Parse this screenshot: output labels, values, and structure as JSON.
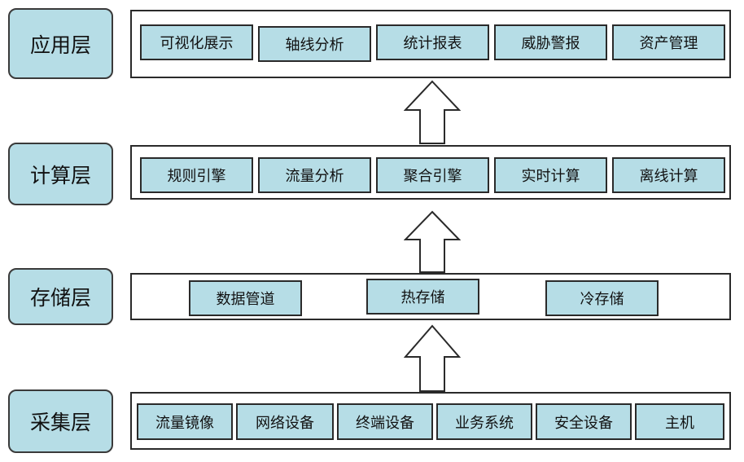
{
  "layers": [
    {
      "id": "application",
      "label": "应用层",
      "components": [
        "可视化展示",
        "轴线分析",
        "统计报表",
        "威胁警报",
        "资产管理"
      ]
    },
    {
      "id": "compute",
      "label": "计算层",
      "components": [
        "规则引擎",
        "流量分析",
        "聚合引擎",
        "实时计算",
        "离线计算"
      ]
    },
    {
      "id": "storage",
      "label": "存储层",
      "components": [
        "数据管道",
        "热存储",
        "冷存储"
      ]
    },
    {
      "id": "collection",
      "label": "采集层",
      "components": [
        "流量镜像",
        "网络设备",
        "终端设备",
        "业务系统",
        "安全设备",
        "主机"
      ]
    }
  ],
  "colors": {
    "box_fill": "#b6dde6",
    "border": "#2a2a2a",
    "background": "#ffffff"
  }
}
